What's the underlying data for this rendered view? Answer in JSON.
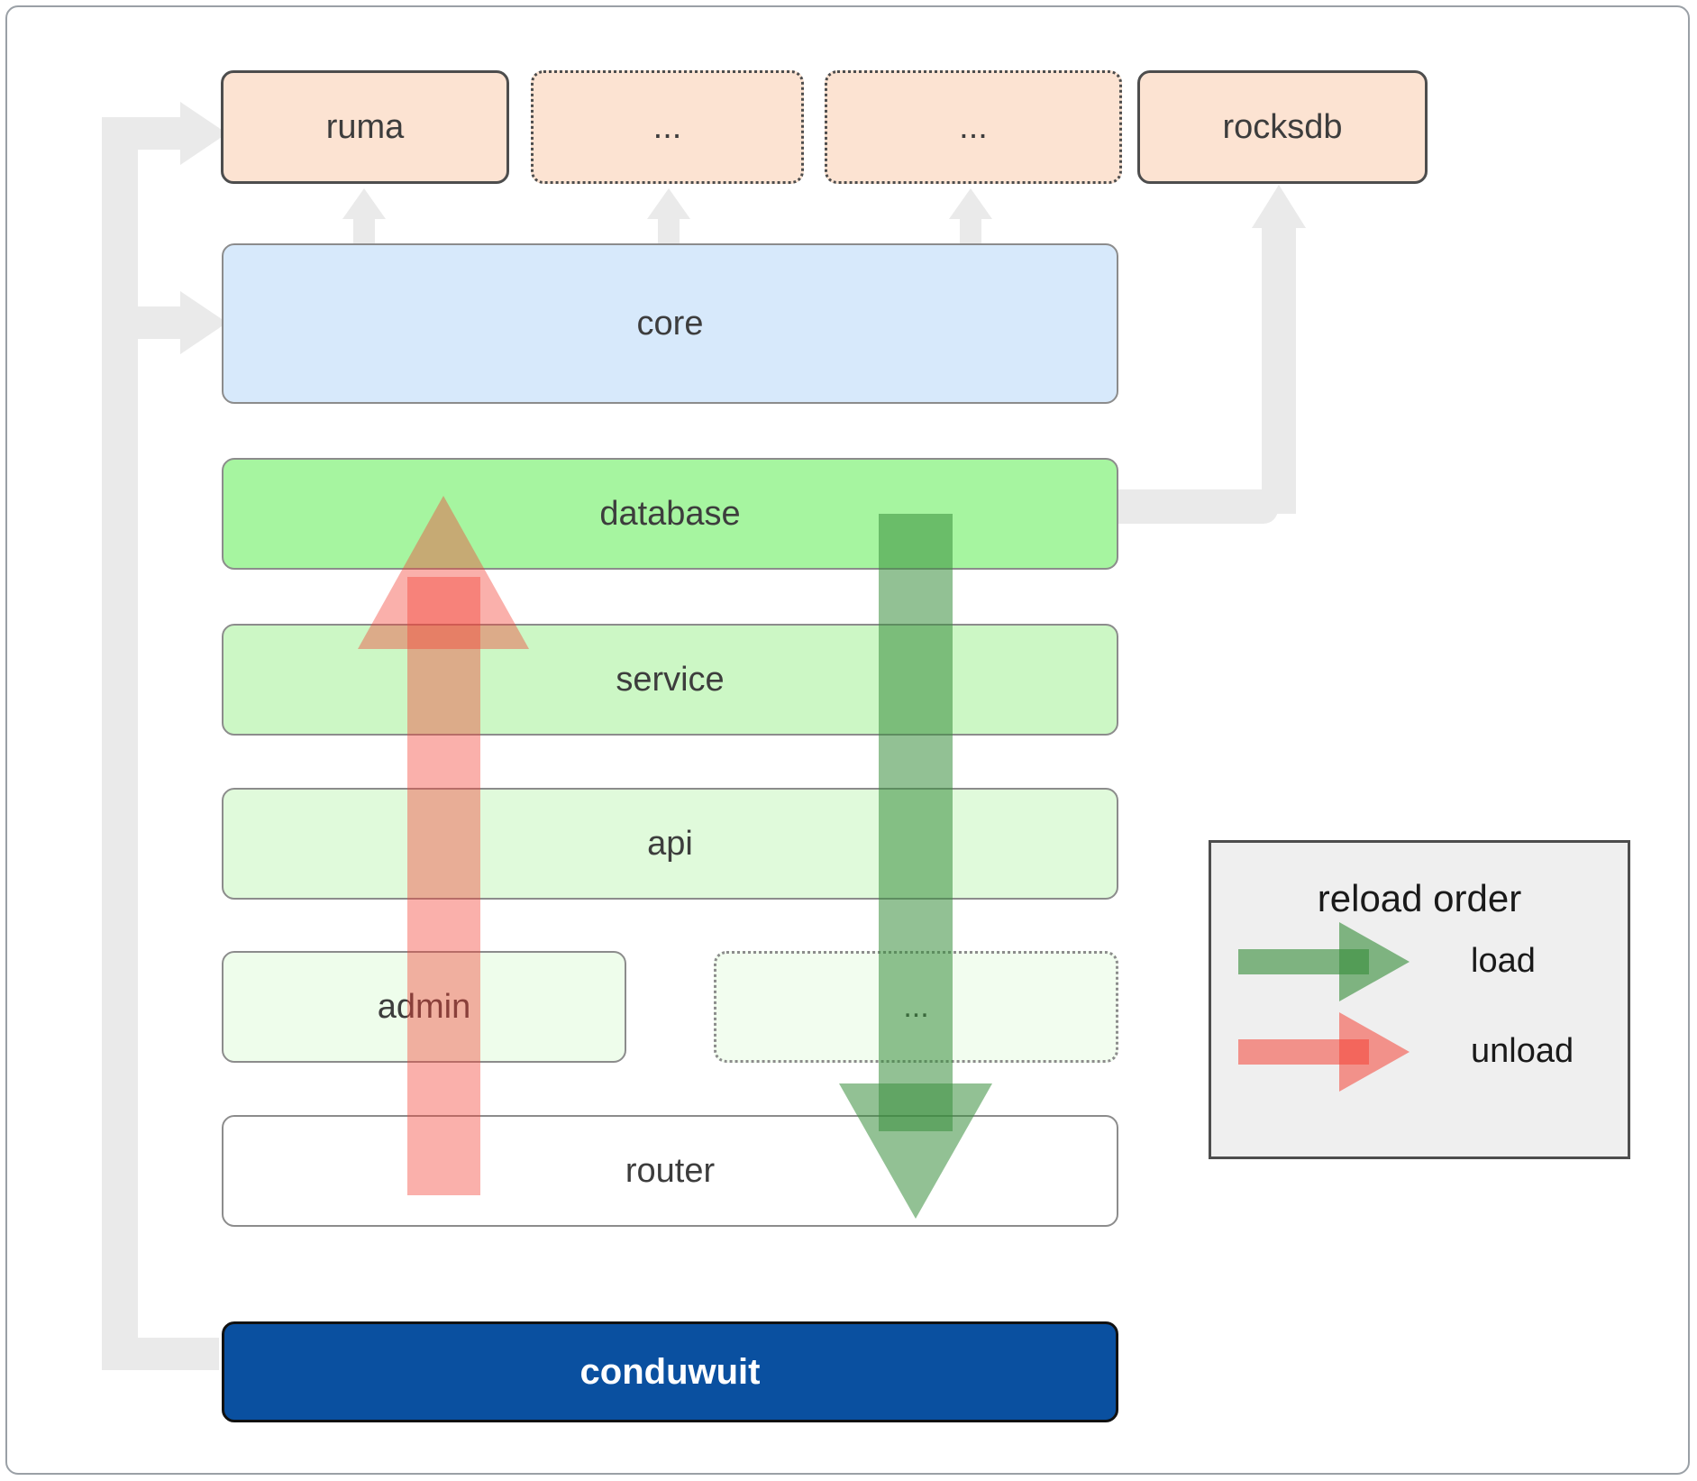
{
  "diagram": {
    "title": "conduwuit crate / module reload order diagram",
    "top_row": [
      {
        "label": "ruma",
        "style": "solid"
      },
      {
        "label": "...",
        "style": "dotted"
      },
      {
        "label": "...",
        "style": "dotted"
      },
      {
        "label": "rocksdb",
        "style": "solid"
      }
    ],
    "layers": [
      {
        "label": "core",
        "style": "solid"
      },
      {
        "label": "database",
        "style": "solid"
      },
      {
        "label": "service",
        "style": "solid"
      },
      {
        "label": "api",
        "style": "solid"
      },
      {
        "label": "admin",
        "style": "solid"
      },
      {
        "label": "...",
        "style": "dotted"
      },
      {
        "label": "router",
        "style": "solid"
      }
    ],
    "root": {
      "label": "conduwuit"
    }
  },
  "legend": {
    "title": "reload order",
    "entries": [
      {
        "label": "load",
        "color": "#388e3c"
      },
      {
        "label": "unload",
        "color": "#f44336"
      }
    ]
  },
  "colors": {
    "orange_fill": "#fce3d2",
    "core_fill": "#d7e9fb",
    "database_fill": "#a6f5a0",
    "service_fill": "#ccf7c5",
    "api_fill": "#e0fadb",
    "admin_fill": "#eefdeb",
    "dots_fill": "#f2fdef",
    "router_fill": "#ffffff",
    "conduwuit_fill": "#0a50a0",
    "connector": "#eaeaea",
    "load_arrow": "#388e3c",
    "unload_arrow": "#f44336",
    "legend_bg": "#efefef"
  }
}
